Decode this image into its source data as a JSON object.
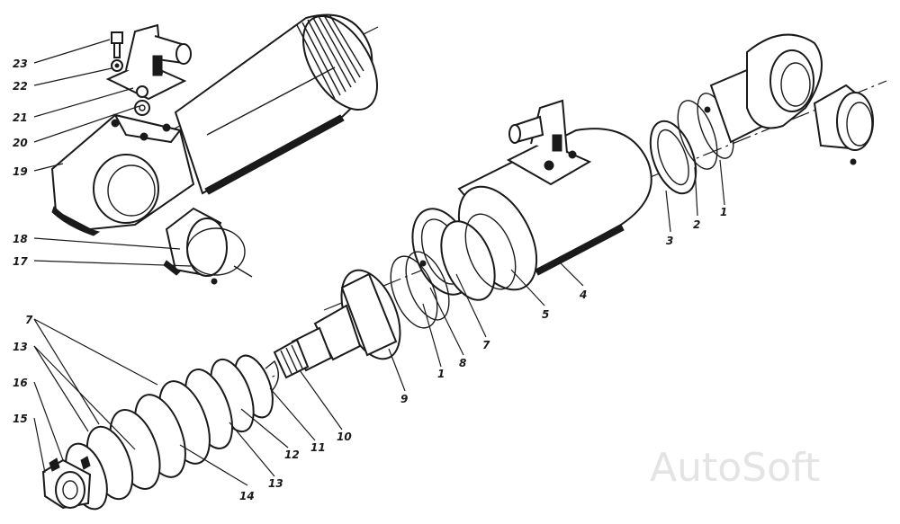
{
  "watermark": "AutoSoft",
  "callouts": {
    "c1a": "1",
    "c1b": "1",
    "c2": "2",
    "c3": "3",
    "c4": "4",
    "c5": "5",
    "c7a": "7",
    "c7b": "7",
    "c8": "8",
    "c9": "9",
    "c10": "10",
    "c11": "11",
    "c12": "12",
    "c13a": "13",
    "c13b": "13",
    "c14": "14",
    "c15": "15",
    "c16": "16",
    "c17": "17",
    "c18": "18",
    "c19": "19",
    "c20": "20",
    "c21": "21",
    "c22": "22",
    "c23": "23"
  }
}
